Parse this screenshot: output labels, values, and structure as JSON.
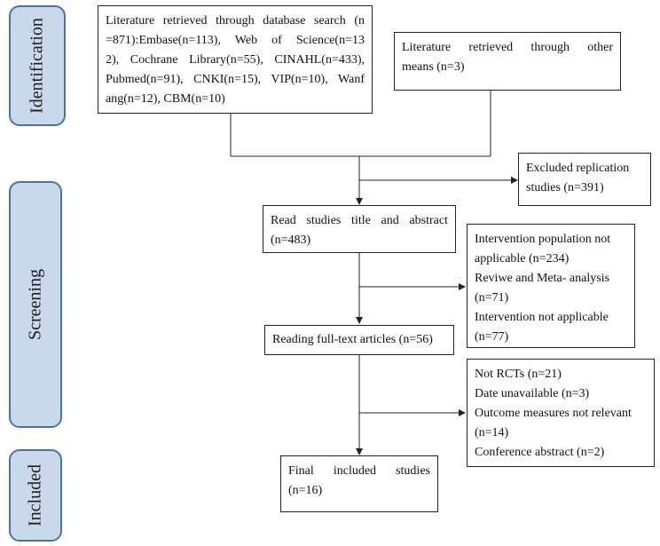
{
  "phases": {
    "identification": "Identification",
    "screening": "Screening",
    "included": "Included"
  },
  "boxes": {
    "database_search": [
      "Literature retrieved through database search (n",
      "=871):Embase(n=113), Web of Science(n=13",
      "2), Cochrane Library(n=55), CINAHL(n=433),",
      "Pubmed(n=91), CNKI(n=15), VIP(n=10), Wanf",
      "ang(n=12), CBM(n=10)"
    ],
    "other_means": [
      "Literature retrieved through other",
      "means (n=3)"
    ],
    "excluded_replication": [
      "Excluded replication",
      "studies (n=391)"
    ],
    "title_abstract": [
      "Read studies title and abstract",
      "(n=483)"
    ],
    "exclusion_screening": [
      "Intervention population not",
      "applicable (n=234)",
      "Reviwe and Meta- analysis",
      "(n=71)",
      "Intervention not applicable",
      "(n=77)"
    ],
    "full_text": [
      "Reading full-text articles (n=56)"
    ],
    "exclusion_fulltext": [
      "Not RCTs (n=21)",
      "Date unavailable (n=3)",
      "Outcome measures not relevant",
      "(n=14)",
      "Conference abstract (n=2)"
    ],
    "final_included": [
      "Final included studies",
      "(n=16)"
    ]
  }
}
